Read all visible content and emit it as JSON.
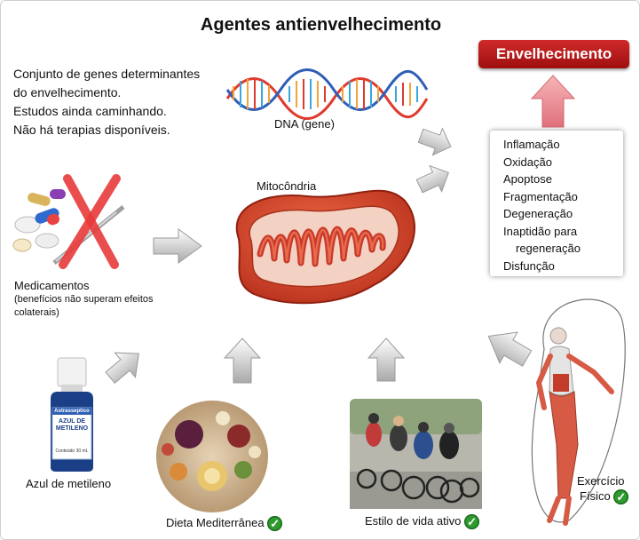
{
  "title": "Agentes antienvelhecimento",
  "genes_note": [
    "Conjunto de genes determinantes",
    "do envelhecimento.",
    "Estudos ainda caminhando.",
    "Não há terapias disponíveis."
  ],
  "dna_label": "DNA (gene)",
  "mitochondria_label": "Mitocôndria",
  "outcome_label": "Envelhecimento",
  "effects": {
    "items": [
      "Inflamação",
      "Oxidação",
      "Apoptose",
      "Fragmentação",
      "Degeneração",
      "Inaptidão para"
    ],
    "continuation": "regeneração",
    "last": "Disfunção"
  },
  "medications": {
    "label": "Medicamentos",
    "note": "(benefícios não superam efeitos colaterais)"
  },
  "methylene_blue": {
    "label": "Azul de metileno",
    "bottle_brand": "Astrasseptico",
    "bottle_line1": "AZUL DE",
    "bottle_line2": "METILENO",
    "bottle_volume": "Conteúdo 30 mL"
  },
  "diet_label": "Dieta Mediterrânea",
  "lifestyle_label": "Estilo de vida ativo",
  "exercise_label_1": "Exercício",
  "exercise_label_2": "Físico",
  "colors": {
    "badge_red": "#b81b1b",
    "check_green": "#2e9b2e",
    "mito_red": "#d9472b",
    "dna_red": "#e03a2e",
    "dna_blue": "#2f5fb5"
  }
}
